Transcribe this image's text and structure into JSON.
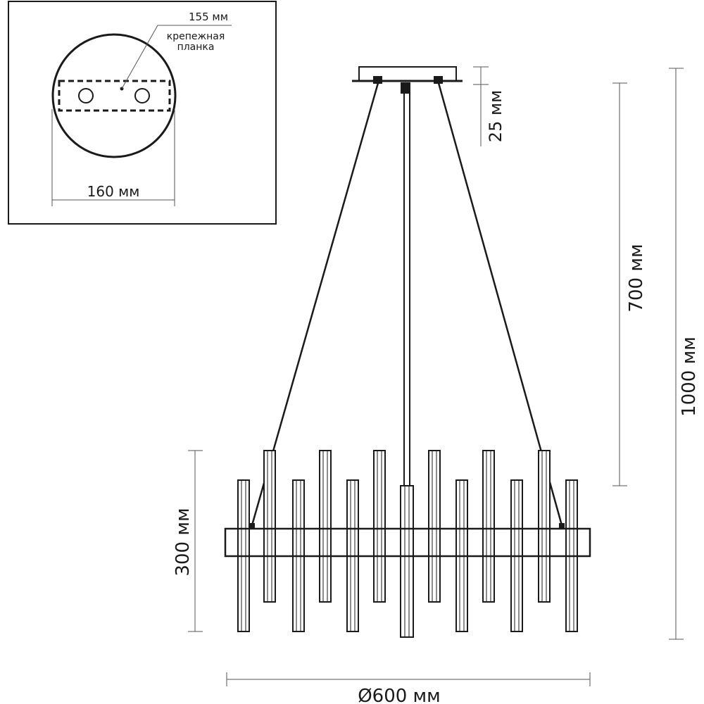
{
  "inset": {
    "plate_label": "155 мм",
    "mount_label_line1": "крепежная",
    "mount_label_line2": "планка",
    "diameter_label": "160 мм"
  },
  "dimensions": {
    "canopy_height": "25 мм",
    "cable_length": "700 мм",
    "total_height": "1000 мм",
    "body_height": "300 мм",
    "diameter": "Ø600 мм"
  },
  "colors": {
    "line": "#1a1a1a",
    "background": "#ffffff"
  }
}
